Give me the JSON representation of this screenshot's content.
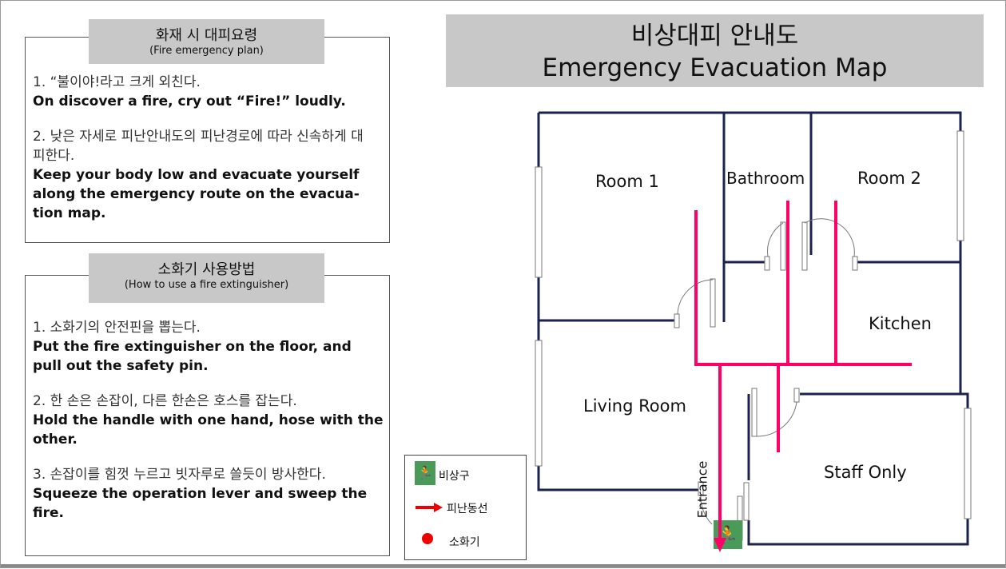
{
  "fire_plan": {
    "title_ko": "화재 시 대피요령",
    "title_en": "(Fire emergency plan)",
    "steps": [
      {
        "ko": "1. “불이야!라고 크게 외친다.",
        "en": "On discover a fire, cry out “Fire!” loudly."
      },
      {
        "ko": "2. 낮은 자세로 피난안내도의 피난경로에 따라 신속하게 대피한다.",
        "en": "Keep your body low and evacuate yourself along the emergency route on the evacua-tion map."
      }
    ]
  },
  "extinguisher": {
    "title_ko": "소화기 사용방법",
    "title_en": "(How to use a fire extinguisher)",
    "steps": [
      {
        "ko": "1. 소화기의 안전핀을 뽑는다.",
        "en": "Put the fire extinguisher on the floor, and pull out the safety pin."
      },
      {
        "ko": "2. 한 손은 손잡이, 다른 한손은 호스를 잡는다.",
        "en": "Hold the handle with one hand, hose with the other."
      },
      {
        "ko": "3. 손잡이를 힘껏 누르고 빗자루로 쓸듯이 방사한다.",
        "en": "Squeeze the operation lever and sweep the fire."
      }
    ]
  },
  "map": {
    "title_ko": "비상대피 안내도",
    "title_en": "Emergency Evacuation Map",
    "rooms": {
      "room1": "Room 1",
      "bathroom": "Bathroom",
      "room2": "Room 2",
      "kitchen": "Kitchen",
      "living": "Living Room",
      "staff": "Staff Only",
      "entrance": "Entrance"
    }
  },
  "legend": {
    "exit": "비상구",
    "route": "피난동선",
    "extinguisher": "소화기"
  },
  "colors": {
    "wall": "#1c2150",
    "route": "#ff0066",
    "exit_sign": "#4a9a5a",
    "extinguisher": "#ee0000",
    "header_bg": "#c8c8c8"
  }
}
